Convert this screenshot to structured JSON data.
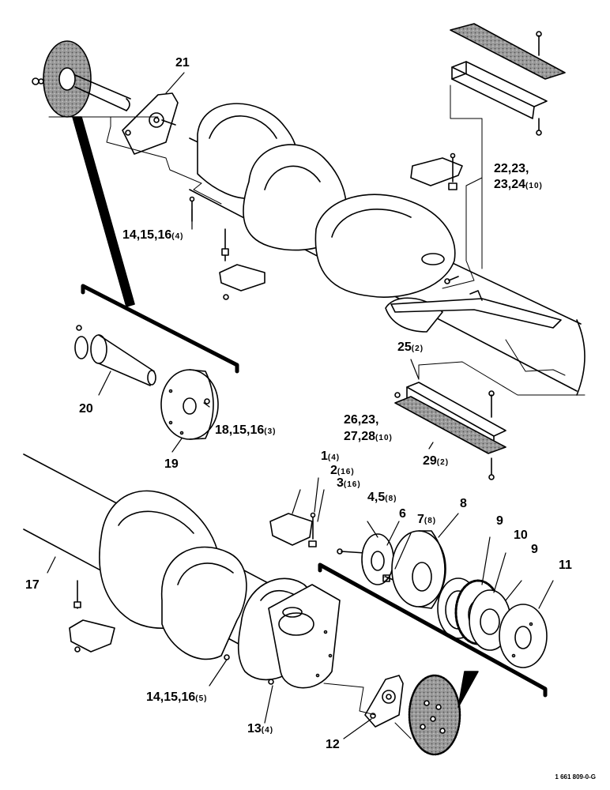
{
  "drawing_number": "1 661 809-0-G",
  "callouts": {
    "c21": {
      "main": "21",
      "qty": ""
    },
    "c22": {
      "main": "22,23,",
      "qty": ""
    },
    "c23": {
      "main": "23,24",
      "qty": "(10)"
    },
    "c14a": {
      "main": "14,15,16",
      "qty": "(4)"
    },
    "c25": {
      "main": "25",
      "qty": "(2)"
    },
    "c20": {
      "main": "20",
      "qty": ""
    },
    "c26": {
      "main": "26,23,",
      "qty": ""
    },
    "c27": {
      "main": "27,28",
      "qty": "(10)"
    },
    "c18": {
      "main": "18,15,16",
      "qty": "(3)"
    },
    "c29": {
      "main": "29",
      "qty": "(2)"
    },
    "c19": {
      "main": "19",
      "qty": ""
    },
    "c1": {
      "main": "1",
      "qty": "(4)"
    },
    "c2": {
      "main": "2",
      "qty": "(16)"
    },
    "c3": {
      "main": "3",
      "qty": "(16)"
    },
    "c45": {
      "main": "4,5",
      "qty": "(8)"
    },
    "c6": {
      "main": "6",
      "qty": ""
    },
    "c7": {
      "main": "7",
      "qty": "(8)"
    },
    "c8": {
      "main": "8",
      "qty": ""
    },
    "c9a": {
      "main": "9",
      "qty": ""
    },
    "c10": {
      "main": "10",
      "qty": ""
    },
    "c9b": {
      "main": "9",
      "qty": ""
    },
    "c11": {
      "main": "11",
      "qty": ""
    },
    "c17": {
      "main": "17",
      "qty": ""
    },
    "c14b": {
      "main": "14,15,16",
      "qty": "(5)"
    },
    "c13": {
      "main": "13",
      "qty": "(4)"
    },
    "c12": {
      "main": "12",
      "qty": ""
    }
  }
}
